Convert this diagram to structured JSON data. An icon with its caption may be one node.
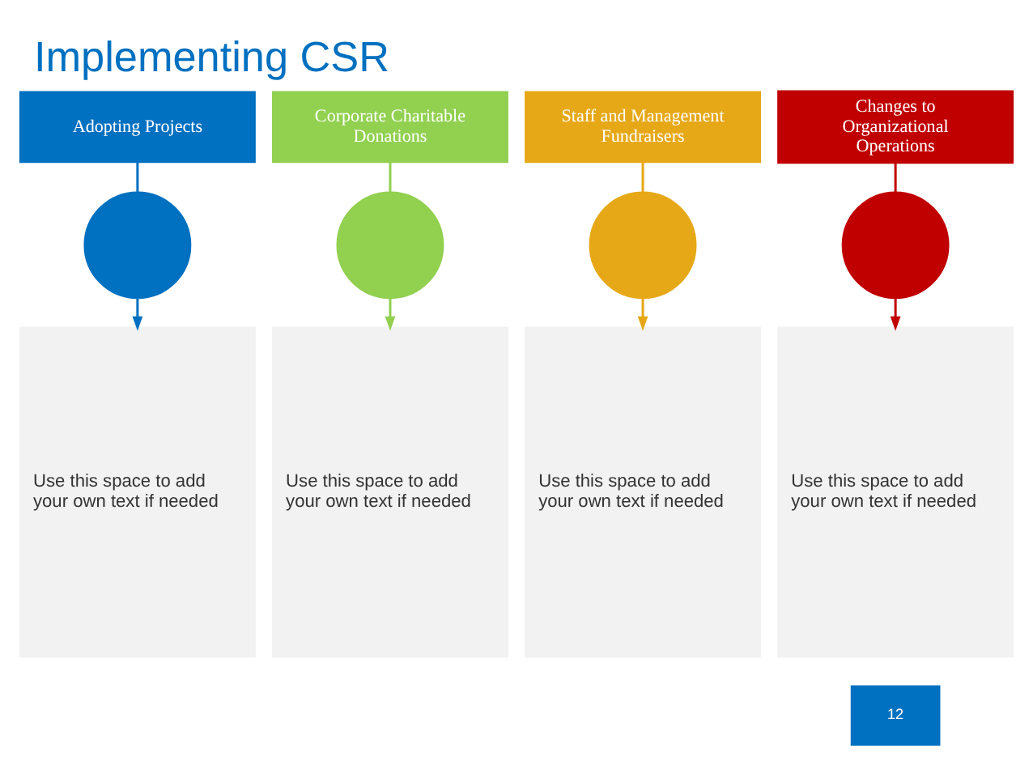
{
  "diagram": {
    "title": "Implementing CSR",
    "nodes": [
      {
        "text": [
          "Adopting Projects"
        ]
      },
      {
        "text": [
          "Corporate Charitable Donations"
        ]
      },
      {
        "text": [
          "Staff and Management Fundraisers"
        ]
      },
      {
        "text": [
          "Changes to Organizational Operations"
        ]
      },
      {
        "text": [],
        "shape": "circle"
      },
      {
        "text": [],
        "shape": "circle"
      },
      {
        "text": [],
        "shape": "circle"
      },
      {
        "text": [],
        "shape": "circle"
      },
      {
        "text": [
          "Use this space to add your own text if needed"
        ]
      },
      {
        "text": [
          "Use this space to add your own text if needed"
        ]
      },
      {
        "text": [
          "Use this space to add your own text if needed"
        ]
      },
      {
        "text": [
          "Use this space to add your own text if needed"
        ]
      }
    ],
    "edges": [
      {
        "from": 0,
        "to": 4,
        "arrow": "none",
        "color": "#0070c0"
      },
      {
        "from": 1,
        "to": 5,
        "arrow": "none",
        "color": "#92d050"
      },
      {
        "from": 2,
        "to": 6,
        "arrow": "none",
        "color": "#e6a817"
      },
      {
        "from": 3,
        "to": 7,
        "arrow": "none",
        "color": "#c00000"
      },
      {
        "from": 4,
        "to": 8,
        "arrow": "to",
        "color": "#0070c0"
      },
      {
        "from": 5,
        "to": 9,
        "arrow": "to",
        "color": "#92d050"
      },
      {
        "from": 6,
        "to": 10,
        "arrow": "to",
        "color": "#e6a817"
      },
      {
        "from": 7,
        "to": 11,
        "arrow": "to",
        "color": "#c00000"
      }
    ],
    "labels": [
      "12"
    ]
  }
}
